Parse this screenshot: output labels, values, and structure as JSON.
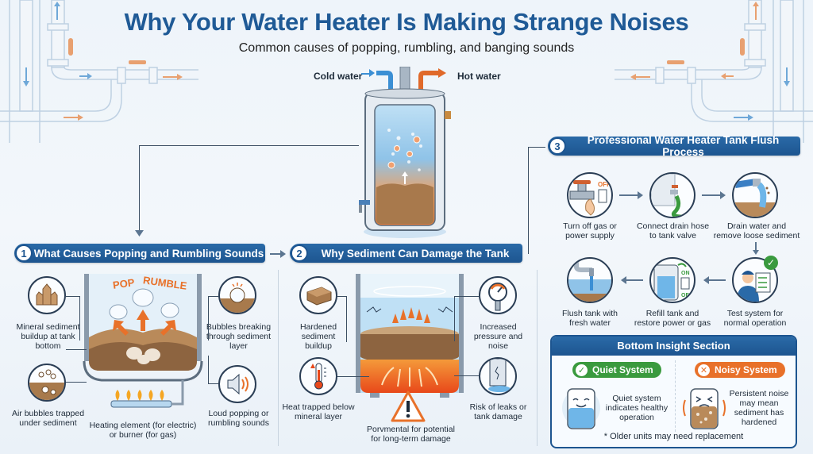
{
  "header": {
    "title": "Why Your Water Heater Is Making Strange Noises",
    "subtitle": "Common causes of popping, rumbling, and banging sounds"
  },
  "hero": {
    "cold_label": "Cold water",
    "hot_label": "Hot water"
  },
  "sections": [
    {
      "number": "1",
      "title": "What Causes Popping and Rumbling Sounds",
      "sound_words": [
        "POP",
        "RUMBLE"
      ],
      "callouts": [
        {
          "icon": "crystal-icon",
          "text": "Mineral sediment buildup at tank bottom"
        },
        {
          "icon": "air-bubbles-icon",
          "text": "Air bubbles trapped under sediment"
        },
        {
          "icon": "bubble-burst-icon",
          "text": "Bubbles breaking through sediment layer"
        },
        {
          "icon": "speaker-icon",
          "text": "Loud popping or rumbling sounds"
        }
      ],
      "bottom_label": "Heating element (for electric) or burner (for gas)"
    },
    {
      "number": "2",
      "title": "Why Sediment Can Damage the Tank",
      "callouts": [
        {
          "icon": "sediment-block-icon",
          "text": "Hardened sediment buildup"
        },
        {
          "icon": "thermometer-icon",
          "text": "Heat trapped below mineral layer"
        },
        {
          "icon": "pressure-gauge-icon",
          "text": "Increased pressure and noise"
        },
        {
          "icon": "cracked-pipe-icon",
          "text": "Risk of leaks or tank damage"
        }
      ],
      "bottom_label": "Porvmental for potential for long-term damage"
    },
    {
      "number": "3",
      "title": "Professional Water Heater Tank Flush Process",
      "steps": [
        {
          "icon": "valve-off-icon",
          "text": "Turn off gas or power supply",
          "badge": "OFF"
        },
        {
          "icon": "drain-hose-icon",
          "text": "Connect drain hose to tank valve"
        },
        {
          "icon": "drain-water-icon",
          "text": "Drain water and remove loose sediment"
        },
        {
          "icon": "technician-checklist-icon",
          "text": "Test system for normal operation"
        },
        {
          "icon": "refill-switch-icon",
          "text": "Refill tank and restore power or gas",
          "badge_on": "ON",
          "badge_off": "OF"
        },
        {
          "icon": "flush-faucet-icon",
          "text": "Flush tank with fresh water"
        }
      ]
    }
  ],
  "insight": {
    "title": "Bottom Insight Section",
    "quiet": {
      "label": "Quiet System",
      "text": "Quiet system indicates healthy operation",
      "color": "#3a9a3e"
    },
    "noisy": {
      "label": "Noisy System",
      "text": "Persistent noise may mean sediment has hardened",
      "color": "#e8712a"
    },
    "footnote": "* Older units may need replacement"
  },
  "colors": {
    "brand_blue": "#1d5590",
    "title_blue": "#1f5a96",
    "accent_orange": "#e8712a",
    "sediment_brown": "#a87a4c"
  }
}
